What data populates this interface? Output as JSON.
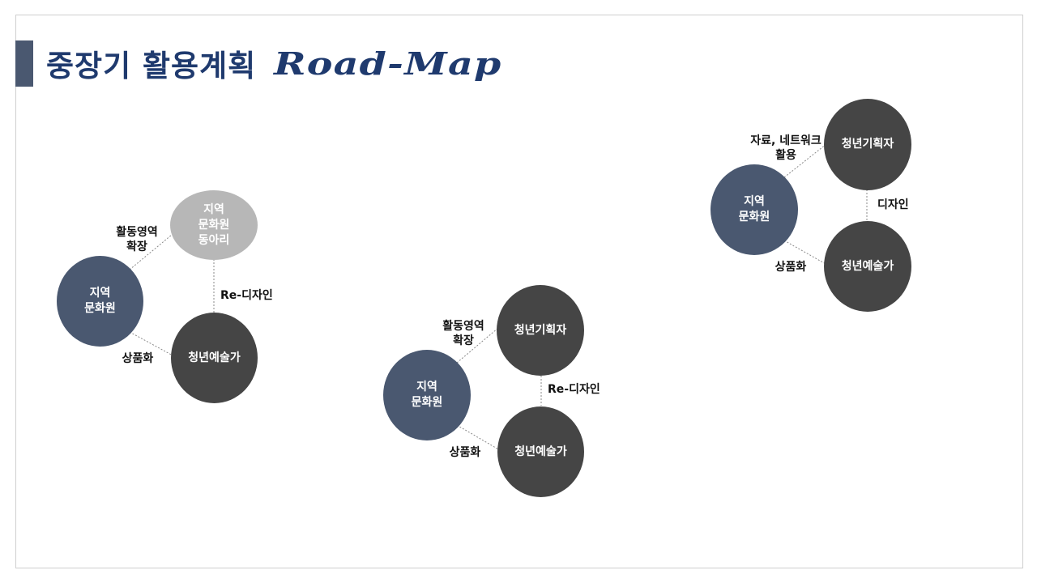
{
  "title": {
    "korean": "중장기 활용계획",
    "english": "Road-Map"
  },
  "colors": {
    "title": "#1f3a6e",
    "center_node": "#4a5870",
    "club_node": "#b7b7b7",
    "partner_node": "#454545",
    "connector": "#8a8a8a"
  },
  "diagrams": [
    {
      "center": "지역\n문화원",
      "top_node": "지역\n문화원\n동아리",
      "bottom_node": "청년예술가",
      "label_top": "활동영역\n확장",
      "label_vertical": "Re-디자인",
      "label_bottom": "상품화"
    },
    {
      "center": "지역\n문화원",
      "top_node": "청년기획자",
      "bottom_node": "청년예술가",
      "label_top": "활동영역\n확장",
      "label_vertical": "Re-디자인",
      "label_bottom": "상품화"
    },
    {
      "center": "지역\n문화원",
      "top_node": "청년기획자",
      "bottom_node": "청년예술가",
      "label_top": "자료, 네트워크\n활용",
      "label_vertical": "디자인",
      "label_bottom": "상품화"
    }
  ]
}
